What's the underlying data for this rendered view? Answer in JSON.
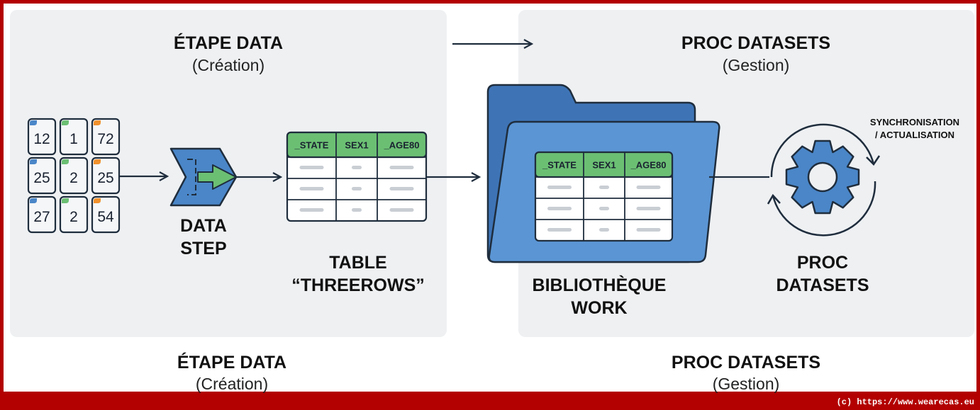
{
  "left_panel": {
    "title": "ÉTAPE DATA",
    "subtitle": "(Création)"
  },
  "right_panel": {
    "title": "PROC DATASETS",
    "subtitle": "(Gestion)"
  },
  "input_grid": [
    [
      "12",
      "1",
      "72"
    ],
    [
      "25",
      "2",
      "25"
    ],
    [
      "27",
      "2",
      "54"
    ]
  ],
  "data_step": {
    "line1": "DATA",
    "line2": "STEP"
  },
  "table": {
    "columns": [
      "_STATE",
      "SEX1",
      "_AGE80"
    ],
    "label1": "TABLE",
    "label2": "“THREEROWS”"
  },
  "library": {
    "columns": [
      "_STATE",
      "SEX1",
      "_AGE80"
    ],
    "label1": "BIBLIOTHÈQUE",
    "label2": "WORK"
  },
  "proc": {
    "sync1": "SYNCHRONISATION",
    "sync2": "/ ACTUALISATION",
    "label1": "PROC",
    "label2": "DATASETS"
  },
  "captions": {
    "left_title": "ÉTAPE DATA",
    "left_sub": "(Création)",
    "right_title": "PROC DATASETS",
    "right_sub": "(Gestion)"
  },
  "footer": "(c) https://www.wearecas.eu",
  "colors": {
    "border": "#b30000",
    "panel": "#eef0f2",
    "blue": "#4a86c8",
    "green": "#6bbf73",
    "orange": "#f0912c",
    "dark": "#1f2d3d"
  }
}
